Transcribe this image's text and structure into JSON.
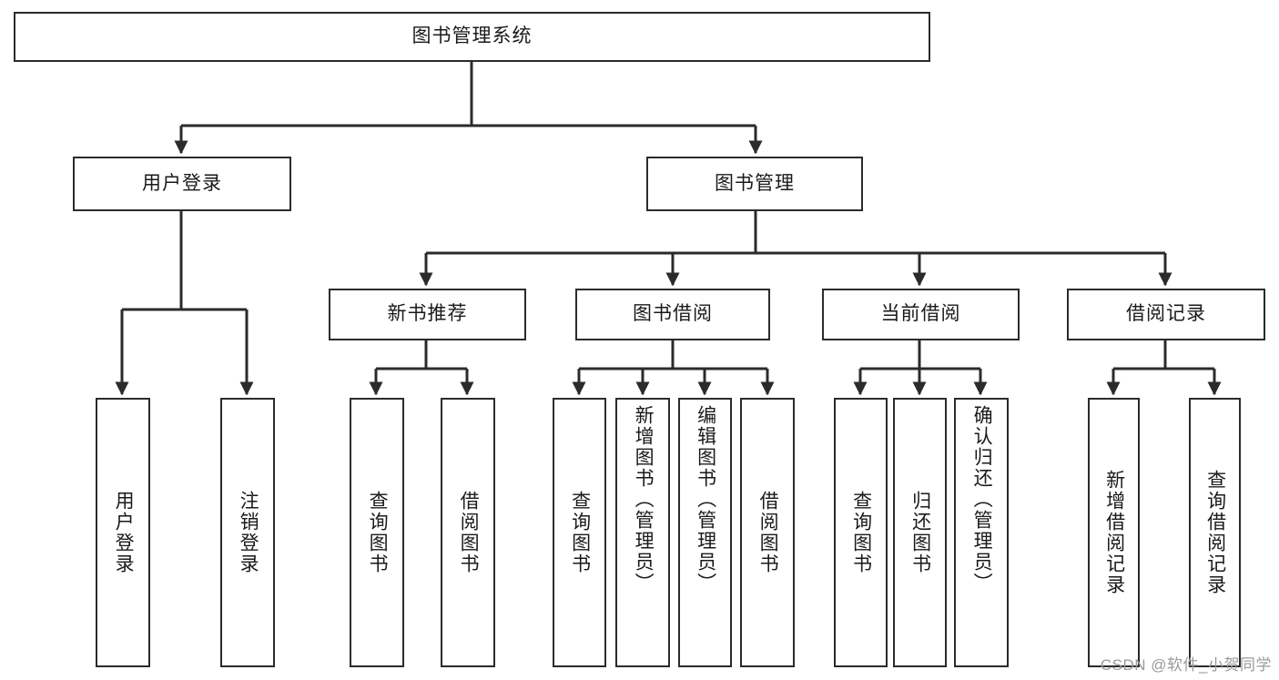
{
  "diagram": {
    "title": "图书管理系统",
    "watermark": "CSDN @软件_小贺同学",
    "type": "tree-hierarchy-flowchart",
    "levels": {
      "root": {
        "label": "图书管理系统"
      },
      "level2": [
        {
          "id": "user-login",
          "label": "用户登录"
        },
        {
          "id": "book-management",
          "label": "图书管理"
        }
      ],
      "level3": [
        {
          "id": "new-book-recommend",
          "label": "新书推荐",
          "parent": "book-management"
        },
        {
          "id": "book-borrow",
          "label": "图书借阅",
          "parent": "book-management"
        },
        {
          "id": "current-borrow",
          "label": "当前借阅",
          "parent": "book-management"
        },
        {
          "id": "borrow-record",
          "label": "借阅记录",
          "parent": "book-management"
        }
      ],
      "leaves": [
        {
          "id": "leaf-user-login",
          "label": "用户登录",
          "parent": "user-login"
        },
        {
          "id": "leaf-logout-login",
          "label": "注销登录",
          "parent": "user-login"
        },
        {
          "id": "leaf-query-book-1",
          "label": "查询图书",
          "parent": "new-book-recommend"
        },
        {
          "id": "leaf-borrow-book-1",
          "label": "借阅图书",
          "parent": "new-book-recommend"
        },
        {
          "id": "leaf-query-book-2",
          "label": "查询图书",
          "parent": "book-borrow"
        },
        {
          "id": "leaf-add-book",
          "label": "新增图书（管理员）",
          "parent": "book-borrow"
        },
        {
          "id": "leaf-edit-book",
          "label": "编辑图书（管理员）",
          "parent": "book-borrow"
        },
        {
          "id": "leaf-borrow-book-2",
          "label": "借阅图书",
          "parent": "book-borrow"
        },
        {
          "id": "leaf-query-book-3",
          "label": "查询图书",
          "parent": "current-borrow"
        },
        {
          "id": "leaf-return-book",
          "label": "归还图书",
          "parent": "current-borrow"
        },
        {
          "id": "leaf-confirm-return",
          "label": "确认归还（管理员）",
          "parent": "current-borrow"
        },
        {
          "id": "leaf-add-record",
          "label": "新增借阅记录",
          "parent": "borrow-record"
        },
        {
          "id": "leaf-query-record",
          "label": "查询借阅记录",
          "parent": "borrow-record"
        }
      ]
    },
    "colors": {
      "stroke": "#2b2b2b",
      "fill": "#ffffff",
      "text": "#1a1a1a",
      "watermark": "#9a9a9a"
    }
  }
}
